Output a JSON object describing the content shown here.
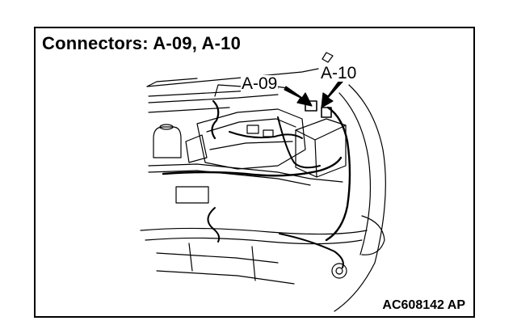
{
  "title": "Connectors: A-09, A-10",
  "callouts": {
    "a09": "A-09",
    "a10": "A-10"
  },
  "figure_code": "AC608142 AP",
  "colors": {
    "line": "#000000",
    "background": "#ffffff"
  },
  "icons": [
    "connector-arrow-icon"
  ]
}
